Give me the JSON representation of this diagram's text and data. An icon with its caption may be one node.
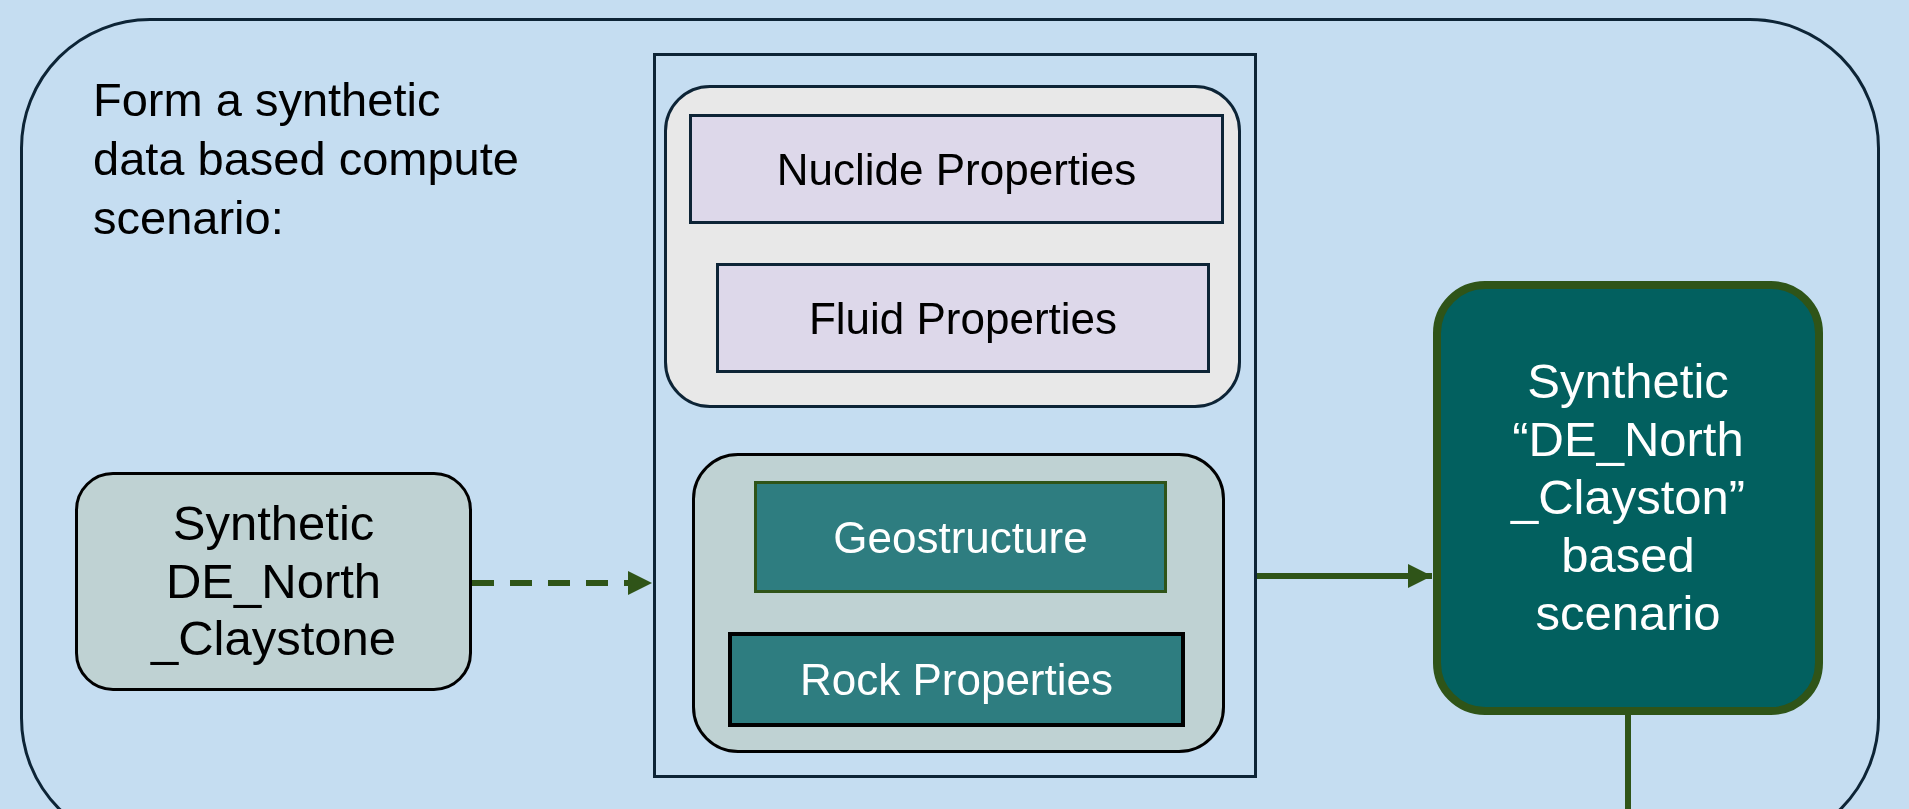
{
  "diagram": {
    "nodes": [
      {
        "text": [
          "Form a synthetic data based compute scenario:"
        ]
      },
      {
        "text": [],
        "shape": "box",
        "in": 0
      },
      {
        "text": [],
        "shape": "box",
        "in": 1
      },
      {
        "text": [
          "Nuclide Properties"
        ],
        "in": 2
      },
      {
        "text": [
          "Fluid Properties"
        ],
        "in": 2
      },
      {
        "text": [],
        "shape": "box",
        "in": 1
      },
      {
        "text": [
          "Geostructure"
        ],
        "in": 5
      },
      {
        "text": [
          "Rock Properties"
        ],
        "in": 5
      },
      {
        "text": [
          "Synthetic DE_North _Claystone"
        ],
        "in": 0
      },
      {
        "text": [
          "Synthetic “DE_North _Clayston” based scenario"
        ],
        "in": 0
      }
    ],
    "edges": [
      {
        "from": 8,
        "to": 1,
        "arrow": "to",
        "style": "dashed"
      },
      {
        "from": 1,
        "to": 9,
        "arrow": "to"
      },
      {
        "from": 9,
        "to": null,
        "arrow": "none"
      }
    ]
  }
}
